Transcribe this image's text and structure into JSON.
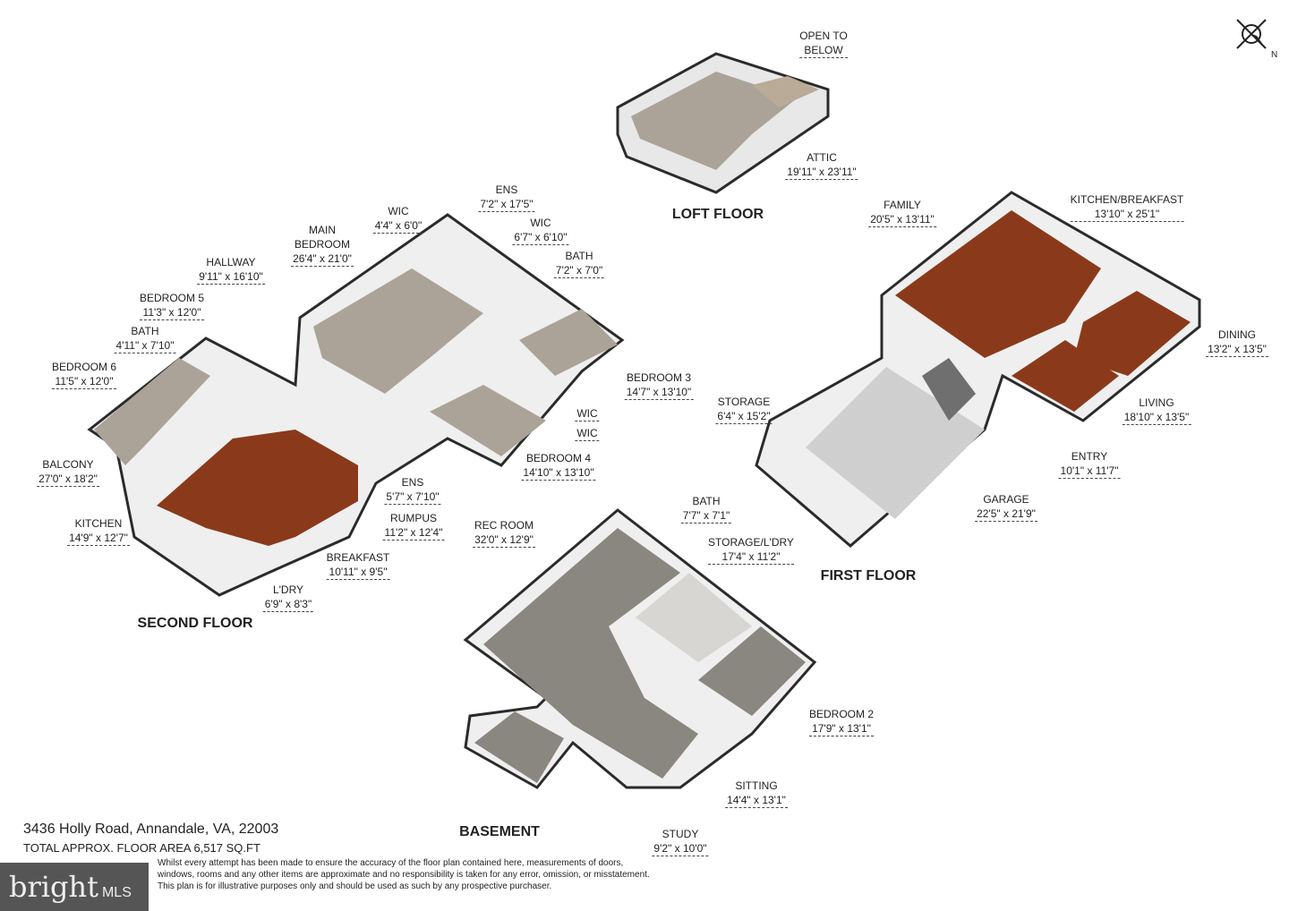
{
  "address": "3436 Holly Road, Annandale, VA, 22003",
  "total_area": "TOTAL APPROX. FLOOR AREA 6,517 SQ.FT",
  "disclaimer": "Whilst every attempt has been made to ensure the accuracy of the floor plan contained here, measurements of doors, windows, rooms and any other items are approximate and no responsibility is taken for any error, omission, or misstatement. This plan is for illustrative purposes only and should be used as such by any prospective purchaser.",
  "logo": {
    "text": "bright",
    "suffix": "MLS"
  },
  "compass": {
    "label": "N",
    "icon": "north-arrow-icon"
  },
  "colors": {
    "carpet": "#aba398",
    "wood": "#8a3a1a",
    "wall": "#ffffff",
    "wall_edge": "#2b2b2b",
    "basement_floor": "#8a8680",
    "garage_floor": "#cfcfcf"
  },
  "floors": {
    "loft": {
      "title": "LOFT FLOOR",
      "rooms": [
        {
          "name": "OPEN TO",
          "name2": "BELOW",
          "dims": ""
        },
        {
          "name": "ATTIC",
          "dims": "19'11\" x 23'11\""
        }
      ]
    },
    "second": {
      "title": "SECOND FLOOR",
      "rooms": [
        {
          "name": "WIC",
          "dims": "4'4\" x 6'0\""
        },
        {
          "name": "MAIN",
          "name2": "BEDROOM",
          "dims": "26'4\" x 21'0\""
        },
        {
          "name": "HALLWAY",
          "dims": "9'11\" x 16'10\""
        },
        {
          "name": "BEDROOM 5",
          "dims": "11'3\" x 12'0\""
        },
        {
          "name": "BATH",
          "dims": "4'11\" x 7'10\""
        },
        {
          "name": "BEDROOM 6",
          "dims": "11'5\" x 12'0\""
        },
        {
          "name": "BALCONY",
          "dims": "27'0\" x 18'2\""
        },
        {
          "name": "KITCHEN",
          "dims": "14'9\" x 12'7\""
        },
        {
          "name": "ENS",
          "dims": "5'7\" x 7'10\""
        },
        {
          "name": "RUMPUS",
          "dims": "11'2\" x 12'4\""
        },
        {
          "name": "BREAKFAST",
          "dims": "10'11\" x 9'5\""
        },
        {
          "name": "L'DRY",
          "dims": "6'9\" x 8'3\""
        },
        {
          "name": "ENS",
          "dims": "7'2\" x 17'5\""
        },
        {
          "name": "WIC",
          "dims": "6'7\" x 6'10\""
        },
        {
          "name": "BATH",
          "dims": "7'2\" x 7'0\""
        },
        {
          "name": "BEDROOM 3",
          "dims": "14'7\" x 13'10\""
        },
        {
          "name": "WIC",
          "dims": ""
        },
        {
          "name": "WIC",
          "dims": ""
        },
        {
          "name": "BEDROOM 4",
          "dims": "14'10\" x 13'10\""
        }
      ]
    },
    "first": {
      "title": "FIRST FLOOR",
      "rooms": [
        {
          "name": "FAMILY",
          "dims": "20'5\" x 13'11\""
        },
        {
          "name": "KITCHEN/BREAKFAST",
          "dims": "13'10\" x 25'1\""
        },
        {
          "name": "DINING",
          "dims": "13'2\" x 13'5\""
        },
        {
          "name": "LIVING",
          "dims": "18'10\" x 13'5\""
        },
        {
          "name": "STORAGE",
          "dims": "6'4\" x 15'2\""
        },
        {
          "name": "ENTRY",
          "dims": "10'1\" x 11'7\""
        },
        {
          "name": "GARAGE",
          "dims": "22'5\" x 21'9\""
        }
      ]
    },
    "basement": {
      "title": "BASEMENT",
      "rooms": [
        {
          "name": "BATH",
          "dims": "7'7\" x 7'1\""
        },
        {
          "name": "REC ROOM",
          "dims": "32'0\" x 12'9\""
        },
        {
          "name": "STORAGE/L'DRY",
          "dims": "17'4\" x 11'2\""
        },
        {
          "name": "BEDROOM 2",
          "dims": "17'9\" x 13'1\""
        },
        {
          "name": "SITTING",
          "dims": "14'4\" x 13'1\""
        },
        {
          "name": "STUDY",
          "dims": "9'2\" x 10'0\""
        }
      ]
    }
  }
}
